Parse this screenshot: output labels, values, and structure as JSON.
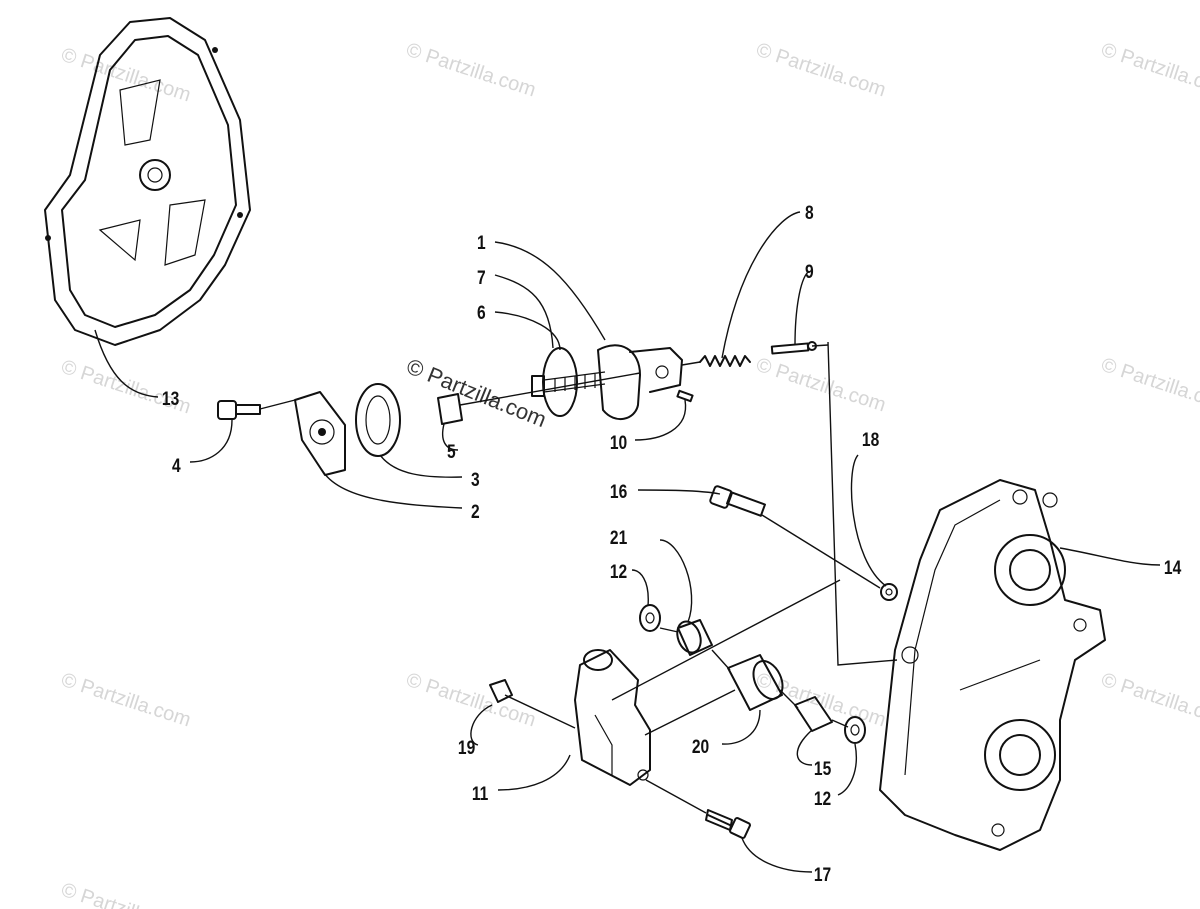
{
  "watermark": {
    "text": "© Partzilla.com",
    "instances": [
      "© Partzilla.com",
      "© Partzilla.com",
      "© Partzilla.com",
      "© Partzilla.com",
      "© Partzilla.com",
      "© Partzilla.com",
      "© Partzilla.com",
      "© Partzilla.com",
      "© Partzilla.com",
      "© Partzilla.com",
      "© Partzilla.com",
      "© Partzilla.com",
      "© Partzilla.com"
    ]
  },
  "callouts": {
    "p1": "1",
    "p2": "2",
    "p3": "3",
    "p4": "4",
    "p5": "5",
    "p6": "6",
    "p7": "7",
    "p8": "8",
    "p9": "9",
    "p10": "10",
    "p11": "11",
    "p12a": "12",
    "p12b": "12",
    "p13": "13",
    "p14": "14",
    "p15": "15",
    "p16": "16",
    "p17": "17",
    "p18": "18",
    "p19": "19",
    "p20": "20",
    "p21": "21"
  },
  "colors": {
    "ink": "#111111",
    "watermark": "#d6d6d6",
    "background": "#ffffff"
  }
}
